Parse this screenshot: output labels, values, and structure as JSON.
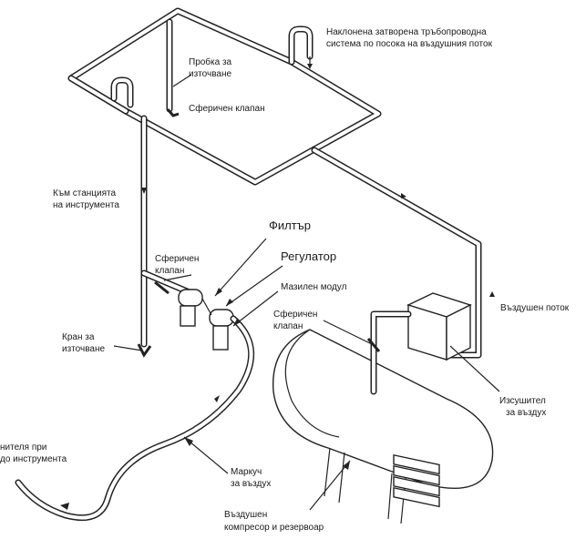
{
  "labels": {
    "sloped_system": [
      "Наклонена затворена тръбопроводна",
      "система по посока на въздушния поток"
    ],
    "drain_plug": [
      "Пробка за",
      "източване"
    ],
    "ball_valve_top": "Сферичен клапан",
    "to_station": [
      "Към станцията",
      "на инструмента"
    ],
    "filter": "Филтър",
    "ball_valve_left": [
      "Сферичен",
      "клапан"
    ],
    "regulator": "Регулатор",
    "lubricator": "Мазилен модул",
    "ball_valve_right": [
      "Сферичен",
      "клапан"
    ],
    "air_flow": "Въздушен поток",
    "drain_valve": [
      "Кран за",
      "източване"
    ],
    "dryer": [
      "Изсушител",
      "за въздух"
    ],
    "tool_connection": [
      "нителя при",
      "до инструмента"
    ],
    "hose": [
      "Маркуч",
      "за въздух"
    ],
    "compressor": [
      "Въздушен",
      "компресор и резервоар"
    ]
  }
}
